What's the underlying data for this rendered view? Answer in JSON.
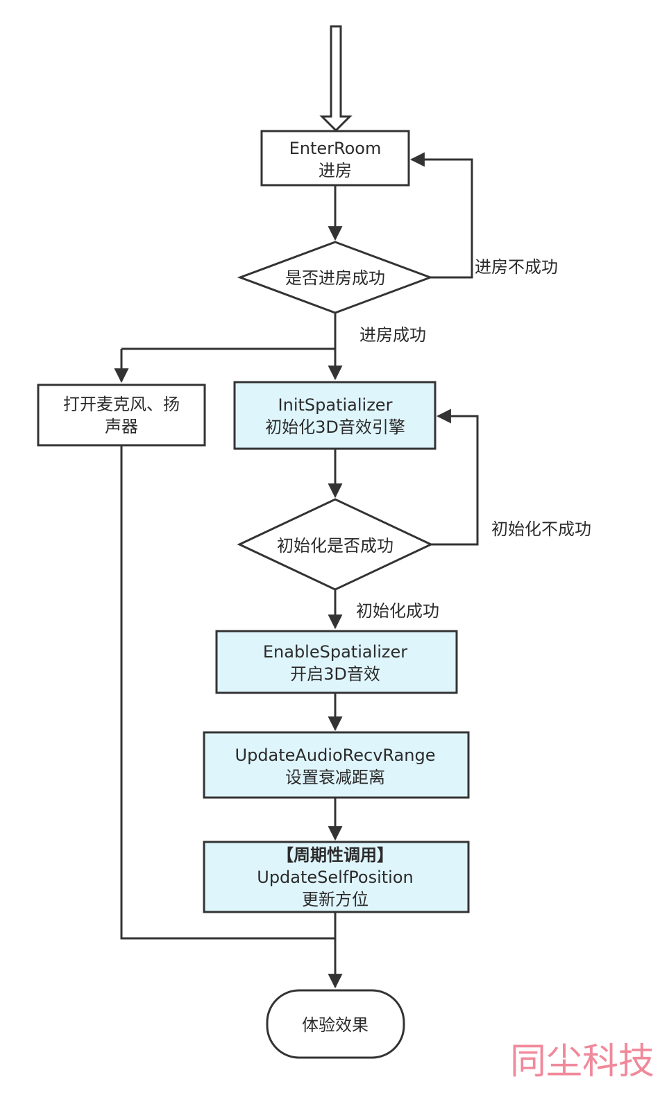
{
  "nodes": {
    "enter_room": {
      "line1": "EnterRoom",
      "line2": "进房"
    },
    "enter_success_q": {
      "label": "是否进房成功"
    },
    "open_mic": {
      "line1": "打开麦克风、扬",
      "line2": "声器"
    },
    "init_spatializer": {
      "line1": "InitSpatializer",
      "line2": "初始化3D音效引擎"
    },
    "init_success_q": {
      "label": "初始化是否成功"
    },
    "enable_spatializer": {
      "line1": "EnableSpatializer",
      "line2": "开启3D音效"
    },
    "update_range": {
      "line1": "UpdateAudioRecvRange",
      "line2": "设置衰减距离"
    },
    "update_position": {
      "line1": "【周期性调用】",
      "line2": "UpdateSelfPosition",
      "line3": "更新方位"
    },
    "experience": {
      "label": "体验效果"
    }
  },
  "edges": {
    "enter_fail": "进房不成功",
    "enter_ok": "进房成功",
    "init_fail": "初始化不成功",
    "init_ok": "初始化成功"
  },
  "colors": {
    "stroke": "#333333",
    "highlight_fill": "#dff5fc",
    "plain_fill": "#ffffff",
    "watermark": "#f0899a"
  },
  "watermark": "同尘科技"
}
